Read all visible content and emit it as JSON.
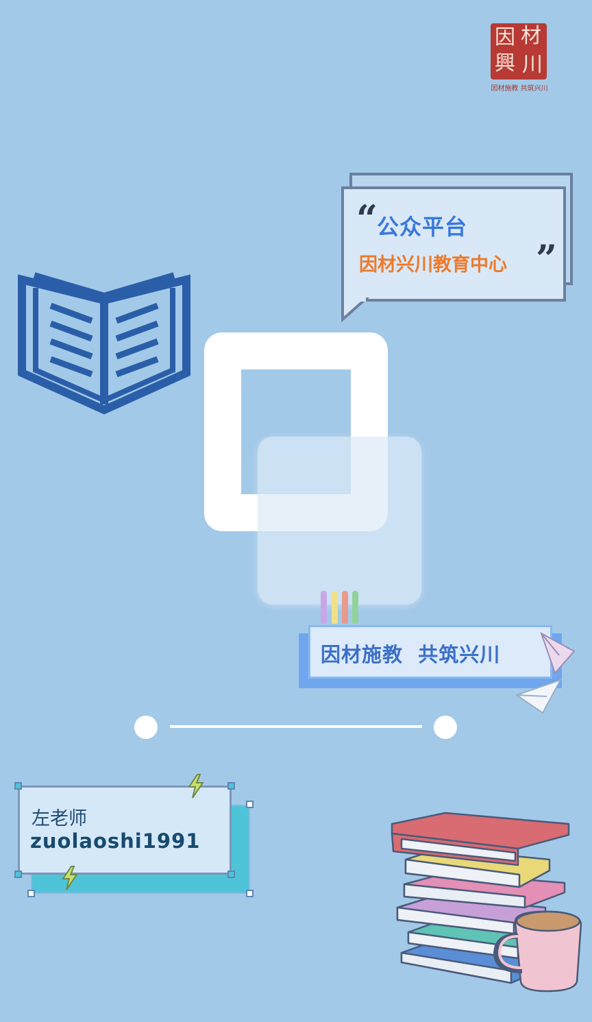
{
  "seal": {
    "chars": [
      "因",
      "材",
      "興",
      "川"
    ],
    "caption": "因材施教 共筑兴川"
  },
  "bubble": {
    "open_quote": "“",
    "close_quote": "”",
    "line1": "公众平台",
    "line2": "因材兴川教育中心"
  },
  "slogan": "因材施教  共筑兴川",
  "card": {
    "name": "左老师",
    "id": "zuolaoshi1991"
  },
  "colors": {
    "background": "#a3c9e8",
    "accent_blue": "#3a78dc",
    "accent_orange": "#ec7a2b",
    "seal_red": "#b73a34",
    "book_icon": "#2a5ea8"
  },
  "icons": [
    "open-book-icon",
    "lightning-icon",
    "paper-plane-icon",
    "book-stack-icon",
    "coffee-mug-icon",
    "marker-pens-icon"
  ]
}
